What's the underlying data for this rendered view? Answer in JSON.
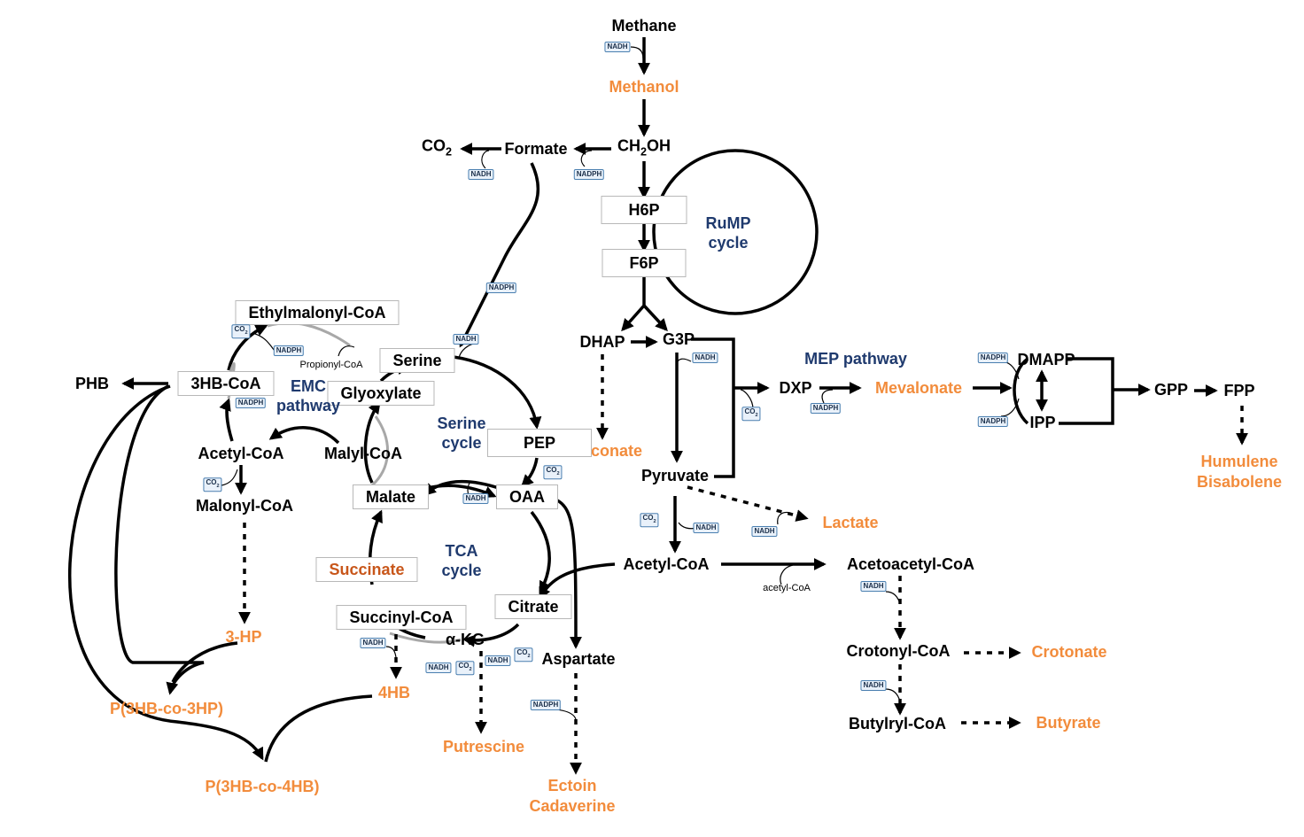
{
  "colors": {
    "metabolite": "#000000",
    "product": "#f28c3c",
    "product_dark": "#c8561a",
    "cycle": "#1f3a6e",
    "cofactor_border": "#4a7fb0"
  },
  "metabolites": {
    "methane": "Methane",
    "ch2oh": "CH2OH",
    "formate": "Formate",
    "co2": "CO2",
    "h6p": "H6P",
    "f6p": "F6P",
    "dhap": "DHAP",
    "g3p": "G3P",
    "dxp": "DXP",
    "dmapp": "DMAPP",
    "ipp": "IPP",
    "gpp": "GPP",
    "fpp": "FPP",
    "pyruvate": "Pyruvate",
    "acetyl_coa_main": "Acetyl-CoA",
    "acetoacetyl_coa": "Acetoacetyl-CoA",
    "crotonyl_coa": "Crotonyl-CoA",
    "butylryl_coa": "Butylryl-CoA",
    "serine": "Serine",
    "glyoxylate": "Glyoxylate",
    "pep": "PEP",
    "oaa": "OAA",
    "malate": "Malate",
    "malyl_coa": "Malyl-CoA",
    "acetyl_coa_left": "Acetyl-CoA",
    "malonyl_coa": "Malonyl-CoA",
    "ethylmalonyl_coa": "Ethylmalonyl-CoA",
    "propionyl_coa": "Propionyl-CoA",
    "hb3_coa": "3HB-CoA",
    "phb": "PHB",
    "citrate": "Citrate",
    "akg": "α-KG",
    "succinyl_coa": "Succinyl-CoA",
    "aspartate": "Aspartate",
    "acetyl_coa_small": "acetyl-CoA"
  },
  "products": {
    "methanol": "Methanol",
    "muconate": "Muconate",
    "mevalonate": "Mevalonate",
    "humulene": "Humulene",
    "bisabolene": "Bisabolene",
    "lactate": "Lactate",
    "crotonate": "Crotonate",
    "butyrate": "Butyrate",
    "hp3": "3-HP",
    "hb4": "4HB",
    "p3hb_3hp": "P(3HB-co-3HP)",
    "p3hb_4hb": "P(3HB-co-4HB)",
    "putrescine": "Putrescine",
    "ectoin": "Ectoin",
    "cadaverine": "Cadaverine",
    "succinate": "Succinate"
  },
  "cycles": {
    "rump": "RuMP cycle",
    "mep": "MEP pathway",
    "emc": "EMC pathway",
    "serine": "Serine cycle",
    "tca": "TCA cycle"
  },
  "cofactors": {
    "nadh": "NADH",
    "nadph": "NADPH",
    "co2": "CO2"
  }
}
